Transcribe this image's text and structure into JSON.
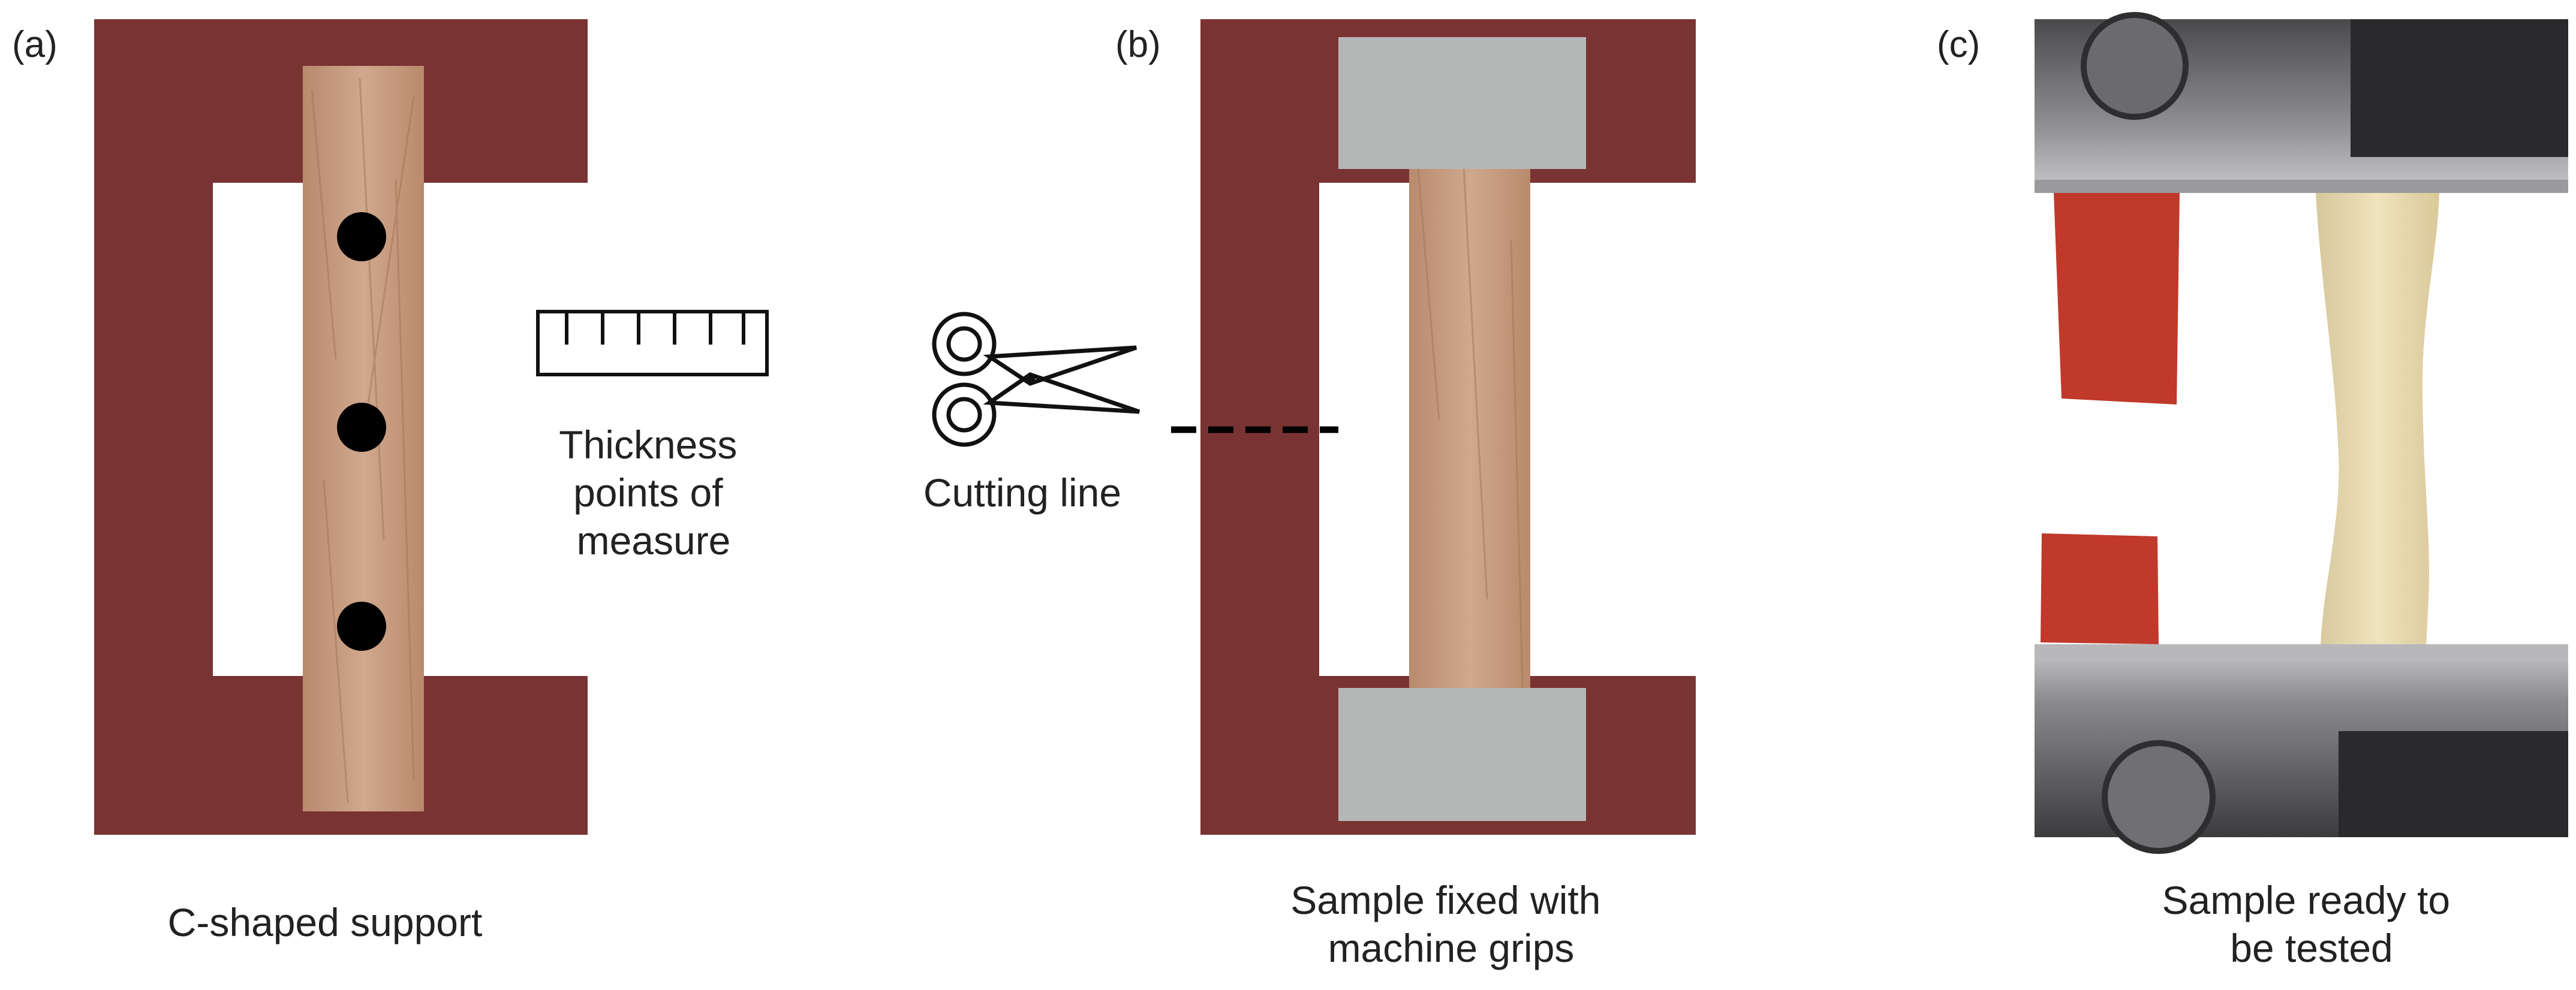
{
  "panels": {
    "a": {
      "letter": "(a)",
      "caption": "C-shaped support",
      "ruler_note": [
        "Thickness",
        "points of",
        "measure"
      ]
    },
    "b": {
      "letter": "(b)",
      "cutting_note": "Cutting line",
      "caption": [
        "Sample fixed with",
        "machine grips"
      ]
    },
    "c": {
      "letter": "(c)",
      "caption": [
        "Sample ready to",
        "be tested"
      ]
    }
  },
  "icons": [
    "ruler-icon",
    "scissors-icon"
  ],
  "colors": {
    "support": "#7a3333",
    "grip": "#b5b7b7",
    "sample": "#c49a7c",
    "marker": "#000000",
    "text": "#222222",
    "tape": "#c0392b"
  }
}
